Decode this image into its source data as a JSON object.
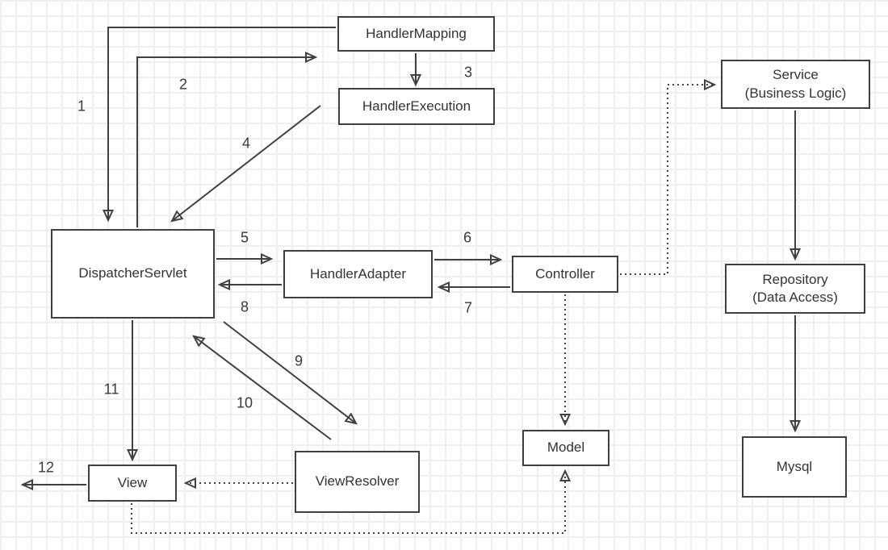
{
  "nodes": {
    "handler_mapping": {
      "label": "HandlerMapping"
    },
    "handler_execution": {
      "label": "HandlerExecution"
    },
    "dispatcher_servlet": {
      "label": "DispatcherServlet"
    },
    "handler_adapter": {
      "label": "HandlerAdapter"
    },
    "controller": {
      "label": "Controller"
    },
    "service": {
      "label_line1": "Service",
      "label_line2": "(Business Logic)"
    },
    "repository": {
      "label_line1": "Repository",
      "label_line2": "(Data Access)"
    },
    "mysql": {
      "label": "Mysql"
    },
    "model": {
      "label": "Model"
    },
    "view": {
      "label": "View"
    },
    "view_resolver": {
      "label": "ViewResolver"
    }
  },
  "steps": [
    "1",
    "2",
    "3",
    "4",
    "5",
    "6",
    "7",
    "8",
    "9",
    "10",
    "11",
    "12"
  ],
  "colors": {
    "line": "#404040",
    "box_border": "#404040",
    "box_background": "#ffffff",
    "text": "#333333",
    "grid_line": "#efefef",
    "canvas_background": "#ffffff"
  }
}
